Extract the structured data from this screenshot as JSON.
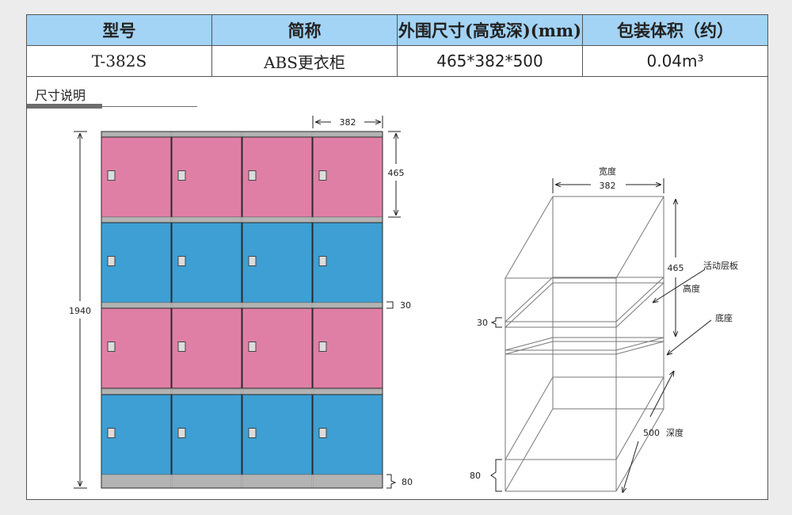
{
  "table": {
    "headers": [
      "型号",
      "简称",
      "外围尺寸(高宽深)(mm)",
      "包装体积（约）"
    ],
    "row": [
      "T-382S",
      "ABS更衣柜",
      "465*382*500",
      "0.04m³"
    ]
  },
  "section": {
    "title": "尺寸说明"
  },
  "locker": {
    "columns": 4,
    "row_colors": [
      "#e07fa6",
      "#3d9fd3",
      "#e07fa6",
      "#3d9fd3"
    ],
    "shelf_color": "#b3b3b3",
    "dims": {
      "total_height": "1940",
      "unit_width": "382",
      "unit_height": "465",
      "shelf_thickness": "30",
      "base_height": "80"
    }
  },
  "unit_3d": {
    "width_label": "宽度",
    "width_value": "382",
    "height_value": "465",
    "height_label": "高度",
    "shelf_label": "活动层板",
    "shelf_value": "30",
    "base_label": "底座",
    "base_value": "80",
    "depth_value": "500",
    "depth_label": "深度"
  }
}
